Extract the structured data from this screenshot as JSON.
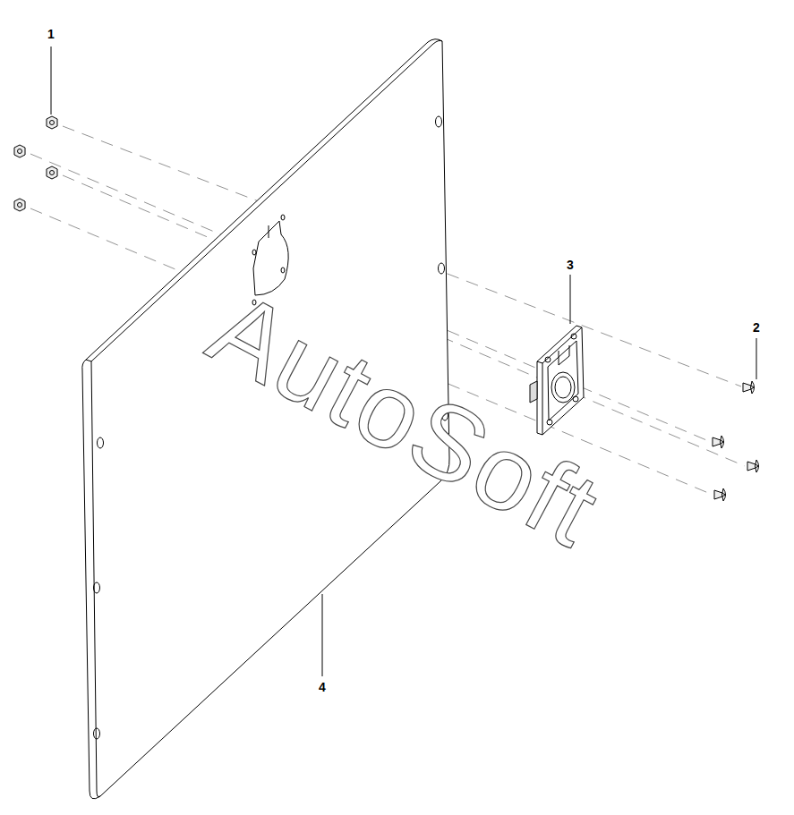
{
  "diagram": {
    "labels": [
      "1",
      "2",
      "3",
      "4",
      "AutoSoft"
    ]
  }
}
